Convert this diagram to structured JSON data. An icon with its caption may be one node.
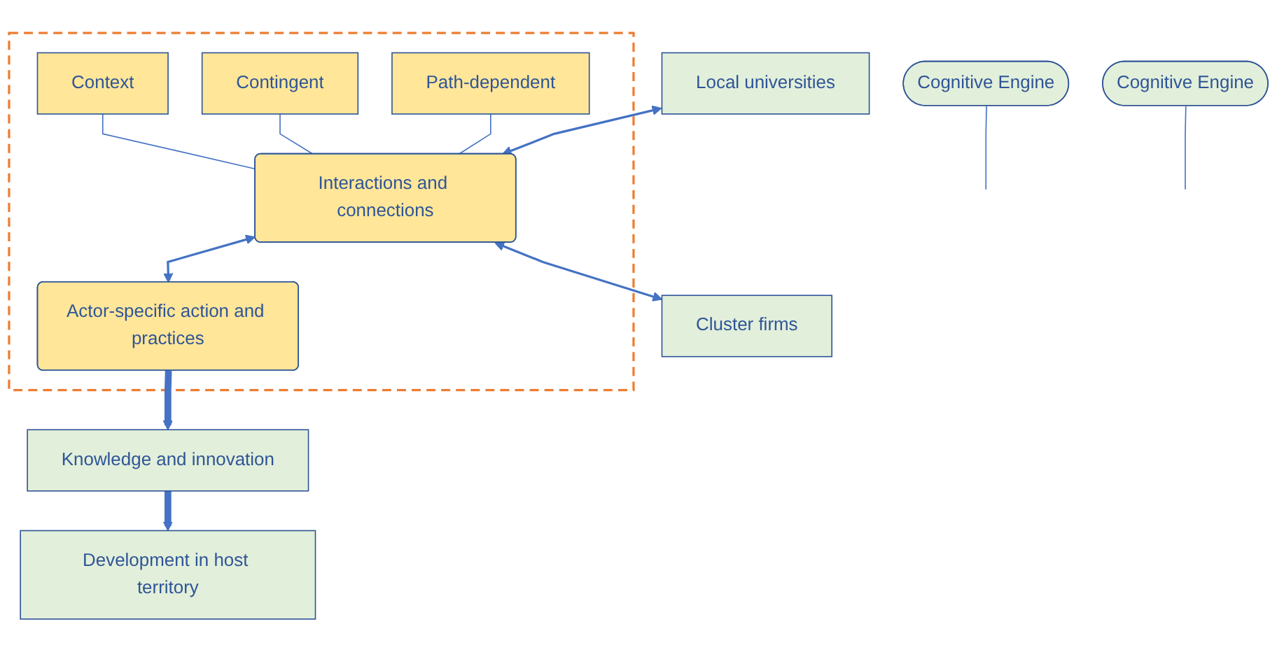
{
  "diagram": {
    "nodes": [
      {
        "text": [],
        "shape": "box"
      },
      {
        "text": [
          "Context"
        ],
        "in": 0
      },
      {
        "text": [
          "Contingent"
        ],
        "in": 0
      },
      {
        "text": [
          "Path-dependent"
        ],
        "in": 0
      },
      {
        "text": [
          "Local universities"
        ]
      },
      {
        "text": [
          "Interactions and connections"
        ],
        "in": 0
      },
      {
        "text": [
          "Cluster firms"
        ]
      },
      {
        "text": [
          "Cognitive Engine"
        ]
      },
      {
        "text": [
          "Actor-specific action and practices"
        ],
        "in": 0
      },
      {
        "text": [
          "Cognitive Engine"
        ]
      },
      {
        "text": [
          "Knowledge and innovation"
        ]
      },
      {
        "text": [
          "Development in host territory"
        ]
      }
    ],
    "edges": [
      {
        "from": 1,
        "to": 5,
        "arrow": "none"
      },
      {
        "from": 2,
        "to": 5,
        "arrow": "none"
      },
      {
        "from": 3,
        "to": 5,
        "arrow": "none"
      },
      {
        "from": 4,
        "to": 5,
        "arrow": "both"
      },
      {
        "from": 5,
        "to": 6,
        "arrow": "both"
      },
      {
        "from": 7,
        "to": null,
        "arrow": "none"
      },
      {
        "from": 9,
        "to": null,
        "arrow": "none"
      },
      {
        "from": 5,
        "to": 8,
        "arrow": "both"
      },
      {
        "from": 8,
        "to": 10,
        "arrow": "to",
        "style": "thick"
      },
      {
        "from": 10,
        "to": 11,
        "arrow": "to",
        "style": "thick"
      }
    ]
  }
}
